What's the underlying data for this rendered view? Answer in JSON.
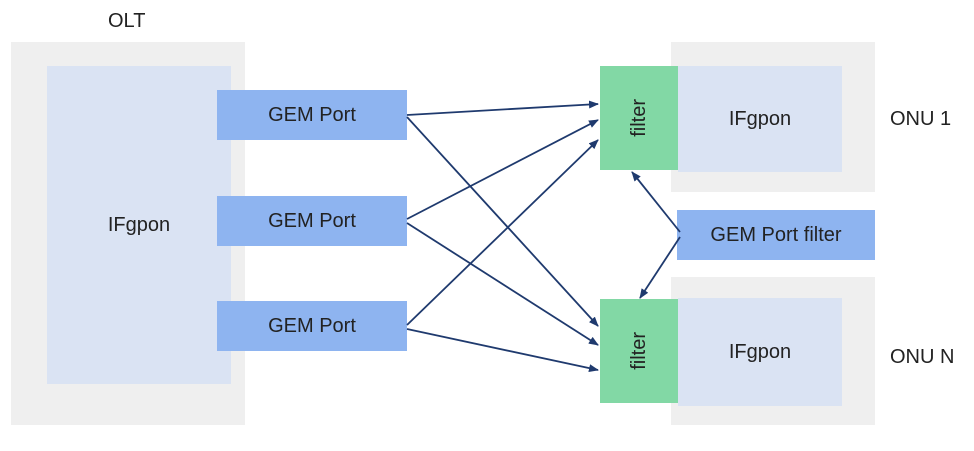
{
  "olt": {
    "label": "OLT",
    "interface_label": "IFgpon"
  },
  "gem_ports": [
    {
      "label": "GEM Port"
    },
    {
      "label": "GEM Port"
    },
    {
      "label": "GEM Port"
    }
  ],
  "onus": [
    {
      "label": "ONU 1",
      "filter_label": "filter",
      "interface_label": "IFgpon"
    },
    {
      "label": "ONU N",
      "filter_label": "filter",
      "interface_label": "IFgpon"
    }
  ],
  "gem_port_filter": {
    "label": "GEM Port filter"
  },
  "colors": {
    "container": "#efefef",
    "interface": "#dae3f3",
    "gem_port": "#8eb4f0",
    "filter": "#82d8a5",
    "arrow": "#1f3a6e"
  }
}
